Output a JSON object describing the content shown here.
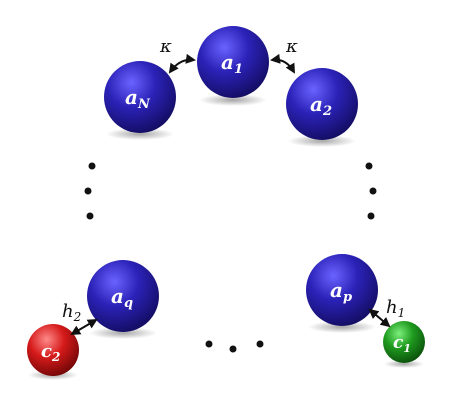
{
  "diagram": {
    "nodes": {
      "a1": {
        "label": "a",
        "subscript": "1"
      },
      "a2": {
        "label": "a",
        "subscript": "2"
      },
      "aN": {
        "label": "a",
        "subscript": "N"
      },
      "aq": {
        "label": "a",
        "subscript": "q"
      },
      "ap": {
        "label": "a",
        "subscript": "p"
      },
      "c1": {
        "label": "c",
        "subscript": "1"
      },
      "c2": {
        "label": "c",
        "subscript": "2"
      }
    },
    "couplings": {
      "kappa_left": {
        "symbol": "κ"
      },
      "kappa_right": {
        "symbol": "κ"
      },
      "h1": {
        "label": "h",
        "subscript": "1"
      },
      "h2": {
        "label": "h",
        "subscript": "2"
      }
    },
    "colors": {
      "mode_a": "#2b22a8",
      "mode_c1": "#1f9b1f",
      "mode_c2": "#d61a1a",
      "arrow": "#111111",
      "ellipsis": "#111111"
    }
  }
}
